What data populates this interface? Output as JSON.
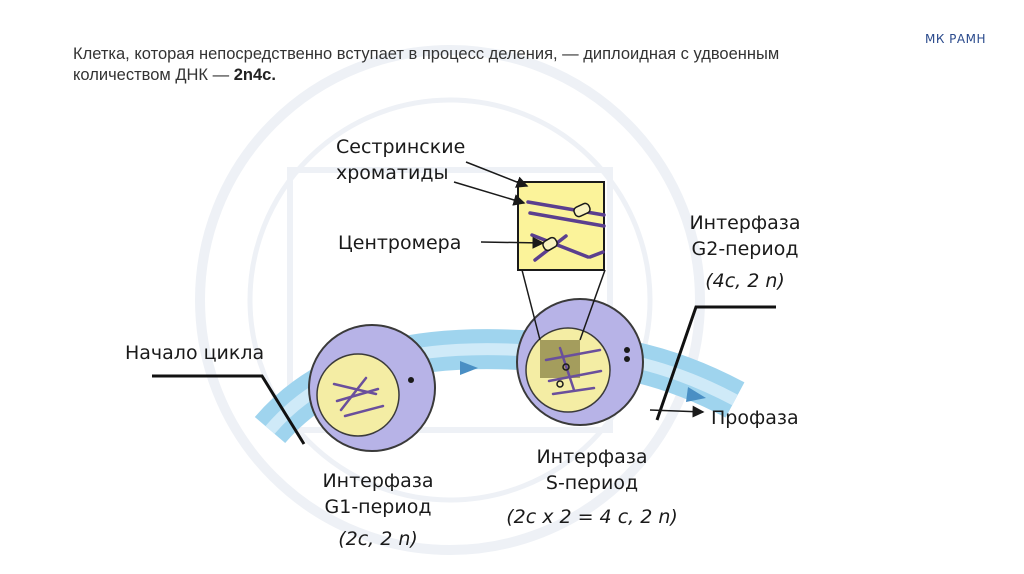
{
  "brand": "МК РАМН",
  "caption": {
    "text": "Клетка, которая непосредственно вступает в процесс деления, — диплоидная с удвоенным количеством ДНК —",
    "formula": "2n4c."
  },
  "labels": {
    "sister_chromatids_line1": "Сестринские",
    "sister_chromatids_line2": "хроматиды",
    "centromere": "Центромера",
    "cycle_start": "Начало цикла",
    "g1_line1": "Интерфаза",
    "g1_line2": "G1-период",
    "g1_formula": "(2c, 2 n)",
    "s_line1": "Интерфаза",
    "s_line2": "S-период",
    "s_formula": "(2c x 2 = 4 c, 2 n)",
    "g2_line1": "Интерфаза",
    "g2_line2": "G2-период",
    "g2_formula": "(4c, 2 n)",
    "prophase": "Профаза"
  },
  "colors": {
    "band": "#8ecbea",
    "band_light": "#b9e0f4",
    "cell": "#b8b4e6",
    "nucleus": "#f5eea6",
    "chromosome": "#5b3f8f",
    "zoom_box": "#fbf39a",
    "shadow_box": "#8a8246"
  }
}
